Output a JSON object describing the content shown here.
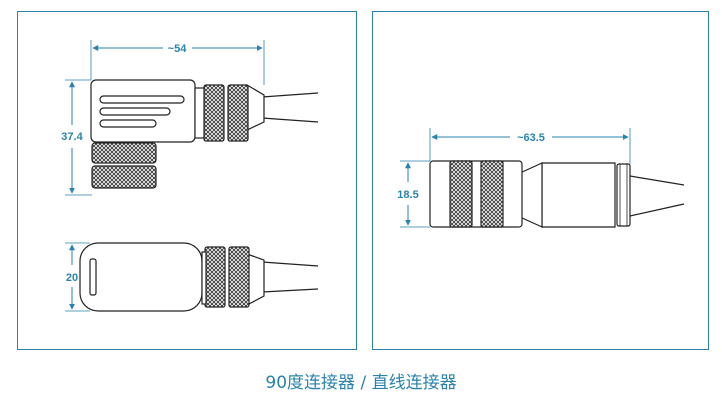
{
  "dimensions": {
    "angled_width": "~54",
    "angled_height": "37.4",
    "angled_side_height": "20",
    "straight_length": "~63.5",
    "straight_diameter": "18.5"
  },
  "caption": "90度连接器 / 直线连接器",
  "colors": {
    "accent": "#2a83ad",
    "line": "#222222"
  }
}
